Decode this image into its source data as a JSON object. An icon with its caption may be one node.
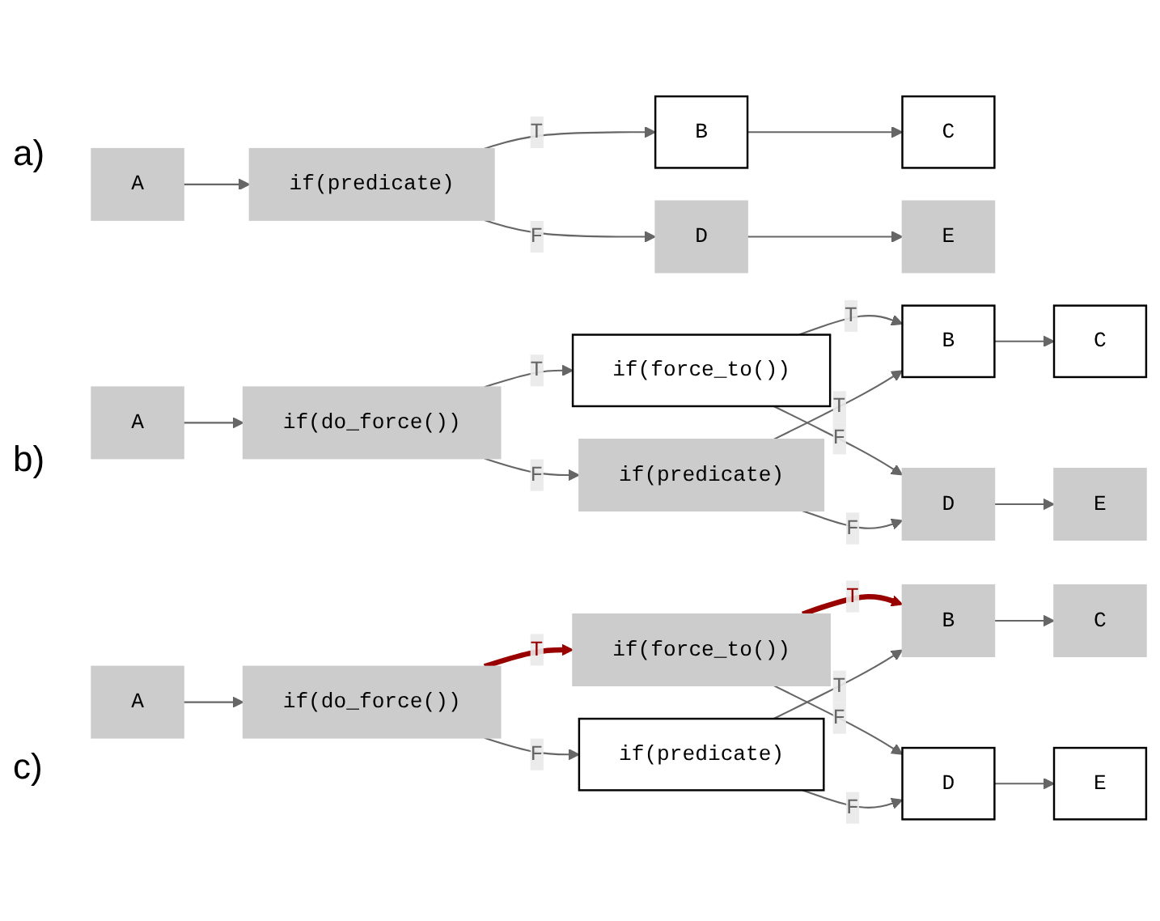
{
  "diagram": {
    "nodes": [
      {
        "text": [
          "A"
        ]
      },
      {
        "text": [
          "if(predicate)"
        ]
      },
      {
        "text": [
          "B"
        ]
      },
      {
        "text": [
          "C"
        ]
      },
      {
        "text": [
          "D"
        ]
      },
      {
        "text": [
          "E"
        ]
      },
      {
        "text": [
          "A"
        ]
      },
      {
        "text": [
          "if(do_force())"
        ]
      },
      {
        "text": [
          "if(force_to())"
        ]
      },
      {
        "text": [
          "if(predicate)"
        ]
      },
      {
        "text": [
          "B"
        ]
      },
      {
        "text": [
          "C"
        ]
      },
      {
        "text": [
          "D"
        ]
      },
      {
        "text": [
          "E"
        ]
      },
      {
        "text": [
          "A"
        ]
      },
      {
        "text": [
          "if(do_force())"
        ]
      },
      {
        "text": [
          "if(force_to())"
        ]
      },
      {
        "text": [
          "if(predicate)"
        ]
      },
      {
        "text": [
          "B"
        ]
      },
      {
        "text": [
          "C"
        ]
      },
      {
        "text": [
          "D"
        ]
      },
      {
        "text": [
          "E"
        ]
      }
    ],
    "edges": [
      {
        "from": 0,
        "to": 1,
        "arrow": "to"
      },
      {
        "from": 1,
        "to": 2,
        "arrow": "to",
        "label": "T"
      },
      {
        "from": 1,
        "to": 4,
        "arrow": "to",
        "label": "F"
      },
      {
        "from": 2,
        "to": 3,
        "arrow": "to"
      },
      {
        "from": 4,
        "to": 5,
        "arrow": "to"
      },
      {
        "from": 6,
        "to": 7,
        "arrow": "to"
      },
      {
        "from": 7,
        "to": 8,
        "arrow": "to",
        "label": "T"
      },
      {
        "from": 7,
        "to": 9,
        "arrow": "to",
        "label": "F"
      },
      {
        "from": 8,
        "to": 10,
        "arrow": "to",
        "label": "T"
      },
      {
        "from": 8,
        "to": 12,
        "arrow": "to",
        "label": "F"
      },
      {
        "from": 9,
        "to": 10,
        "arrow": "to",
        "label": "T"
      },
      {
        "from": 9,
        "to": 12,
        "arrow": "to",
        "label": "F"
      },
      {
        "from": 10,
        "to": 11,
        "arrow": "to"
      },
      {
        "from": 12,
        "to": 13,
        "arrow": "to"
      },
      {
        "from": 14,
        "to": 15,
        "arrow": "to"
      },
      {
        "from": 15,
        "to": 16,
        "arrow": "to",
        "label": "T",
        "style": "thick",
        "color": "#990000"
      },
      {
        "from": 15,
        "to": 17,
        "arrow": "to",
        "label": "F"
      },
      {
        "from": 16,
        "to": 18,
        "arrow": "to",
        "label": "T",
        "style": "thick",
        "color": "#990000"
      },
      {
        "from": 16,
        "to": 20,
        "arrow": "to",
        "label": "F"
      },
      {
        "from": 17,
        "to": 18,
        "arrow": "to",
        "label": "T"
      },
      {
        "from": 17,
        "to": 20,
        "arrow": "to",
        "label": "F"
      },
      {
        "from": 18,
        "to": 19,
        "arrow": "to"
      },
      {
        "from": 20,
        "to": 21,
        "arrow": "to"
      }
    ],
    "labels": [
      "a)",
      "b)",
      "c)"
    ]
  }
}
